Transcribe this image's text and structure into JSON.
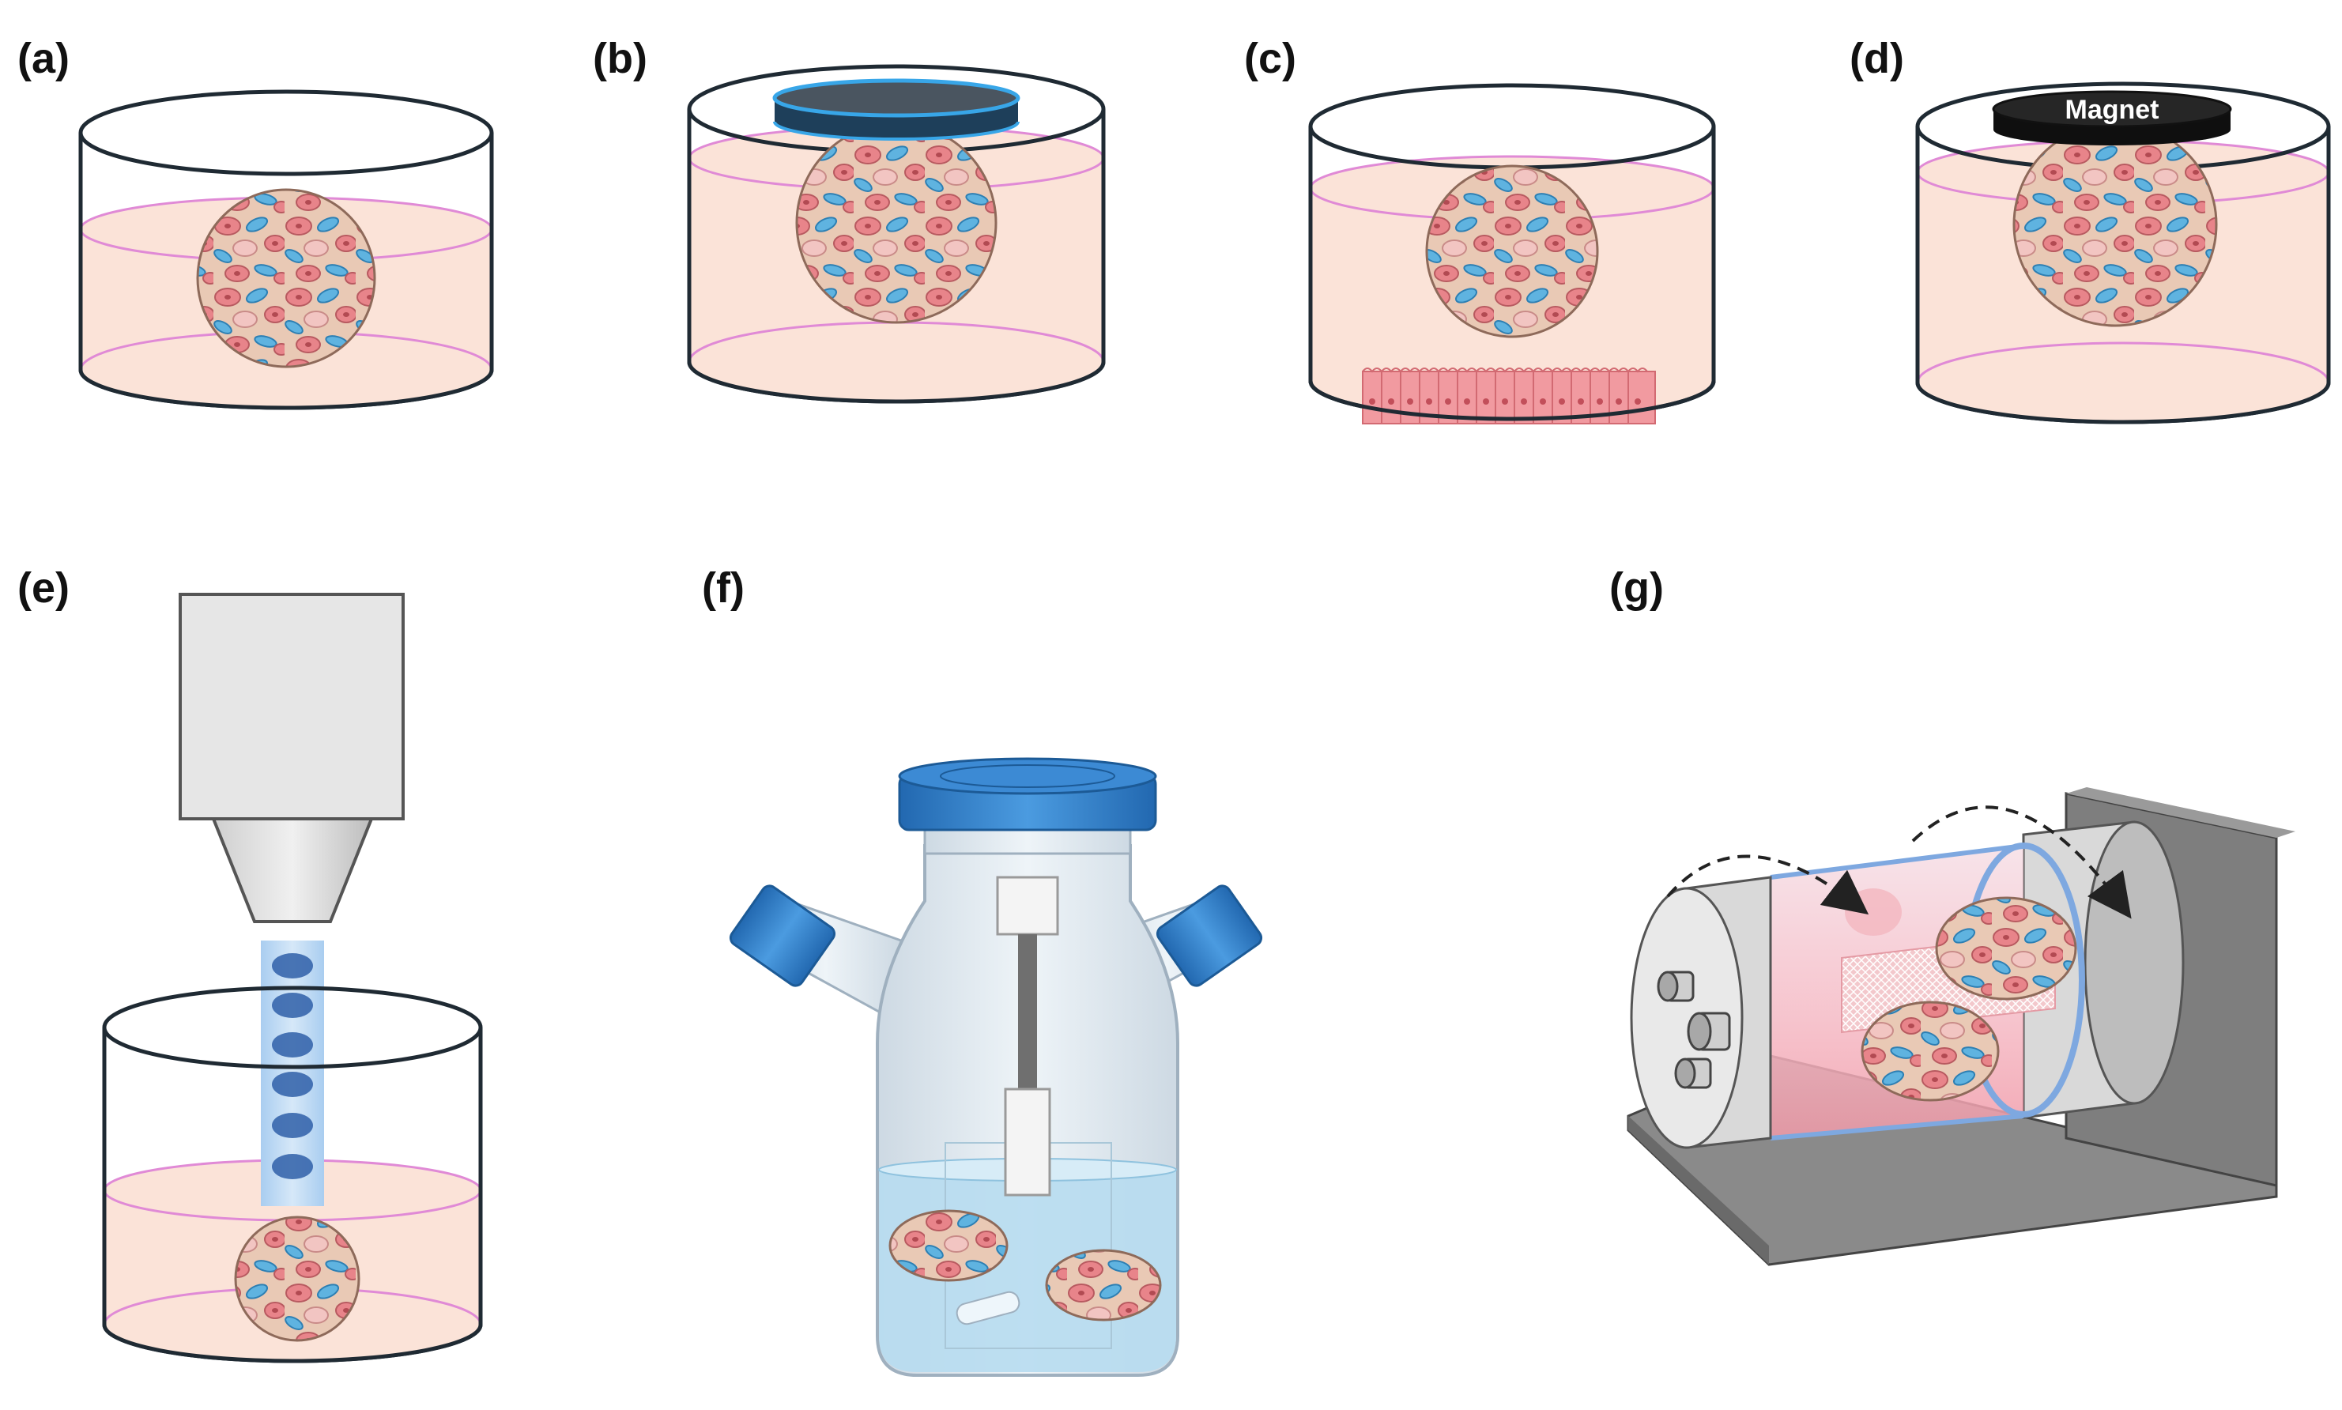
{
  "panels": {
    "a": {
      "label": "(a)"
    },
    "b": {
      "label": "(b)"
    },
    "c": {
      "label": "(c)"
    },
    "d": {
      "label": "(d)",
      "magnet_text": "Magnet"
    },
    "e": {
      "label": "(e)"
    },
    "f": {
      "label": "(f)"
    },
    "g": {
      "label": "(g)"
    }
  },
  "colors": {
    "outline": "#1f2a33",
    "medium": "#fbe3d8",
    "medium_line": "#e08ad6",
    "cell_red": "#e8848a",
    "cell_blue": "#5fb3e0",
    "cell_beige": "#e9c9b5",
    "cap_blue": "#2f7fcf",
    "magnet_black": "#151515",
    "plate_gray": "#4a5560",
    "nozzle_gray": "#e6e6e6",
    "glass": "#dfe8f0",
    "liquid_blue": "#b7dcef",
    "rotator_gray": "#d9d9d9",
    "base_gray": "#8a8a8a"
  }
}
